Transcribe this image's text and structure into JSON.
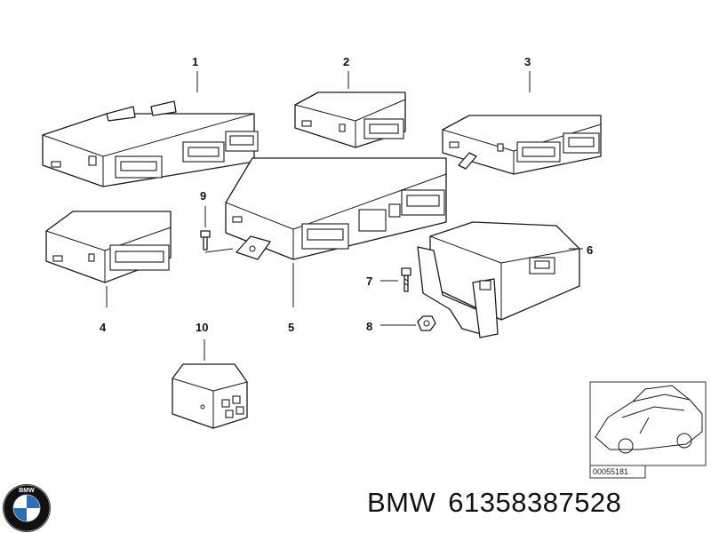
{
  "callouts": {
    "c1": "1",
    "c2": "2",
    "c3": "3",
    "c4": "4",
    "c5": "5",
    "c6": "6",
    "c7": "7",
    "c8": "8",
    "c9": "9",
    "c10": "10"
  },
  "reference": {
    "code": "00055181"
  },
  "footer": {
    "brand": "BMW",
    "part_number": "61358387528"
  },
  "logo": {
    "letters": "BMW",
    "colors": {
      "blue": "#2a6fb8",
      "black": "#111111"
    },
    "icon": "bmw-roundel-icon"
  }
}
